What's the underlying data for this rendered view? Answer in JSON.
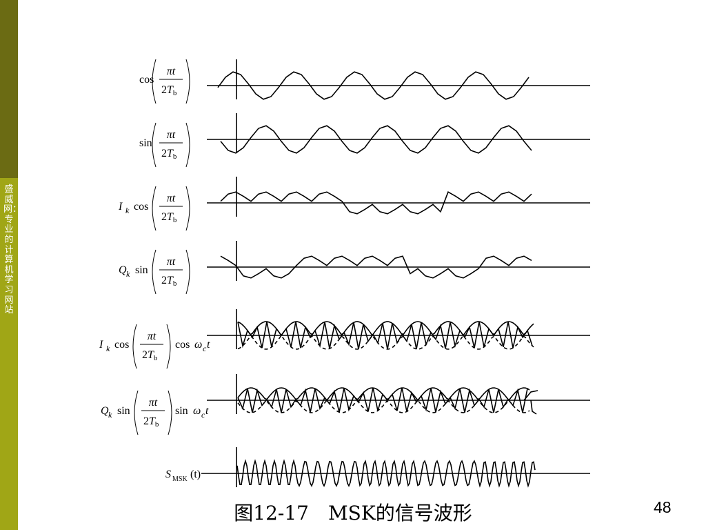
{
  "sidebar": {
    "text": "盛威网：专业的计算机学习网站"
  },
  "formula_parts": {
    "pi_t": "πt",
    "two": "2",
    "T": "T",
    "b": "b",
    "cos": "cos",
    "sin": "sin",
    "I": "I",
    "Q": "Q",
    "k": "k",
    "omega": "ω",
    "c": "c",
    "t": "t",
    "S": "S",
    "msk": "MSK",
    "paren_t": "(t)"
  },
  "caption": "图12-17　MSK的信号波形",
  "page_number": "48",
  "colors": {
    "band_dark": "#6b6b13",
    "band_light": "#a0a616",
    "stroke": "#000000"
  }
}
